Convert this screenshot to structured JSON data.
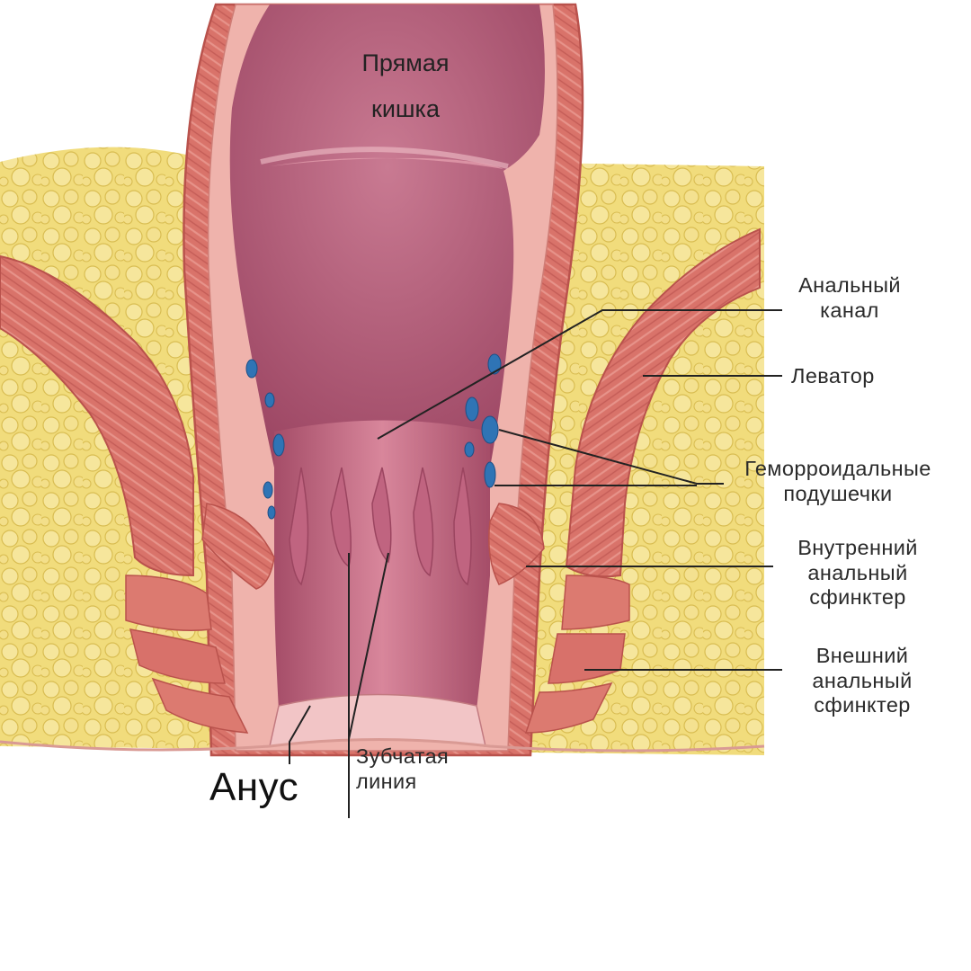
{
  "labels": {
    "rectum": [
      "Прямая",
      "кишка"
    ],
    "anal_canal": [
      "Анальный",
      "канал"
    ],
    "levator": [
      "Леватор"
    ],
    "hemorrhoidal_cushions": [
      "Геморроидальные",
      "подушечки"
    ],
    "internal_sphincter": [
      "Внутренний",
      "анальный",
      "сфинктер"
    ],
    "external_sphincter": [
      "Внешний",
      "анальный",
      "сфинктер"
    ],
    "dentate_line": [
      "Зубчатая",
      "линия"
    ],
    "anus": [
      "Анус"
    ]
  },
  "colors": {
    "fat": "#f1dc7c",
    "muscle": "#d9736a",
    "mucosa": "#b45a74",
    "veins": "#2f74b5",
    "leader": "#222222"
  }
}
